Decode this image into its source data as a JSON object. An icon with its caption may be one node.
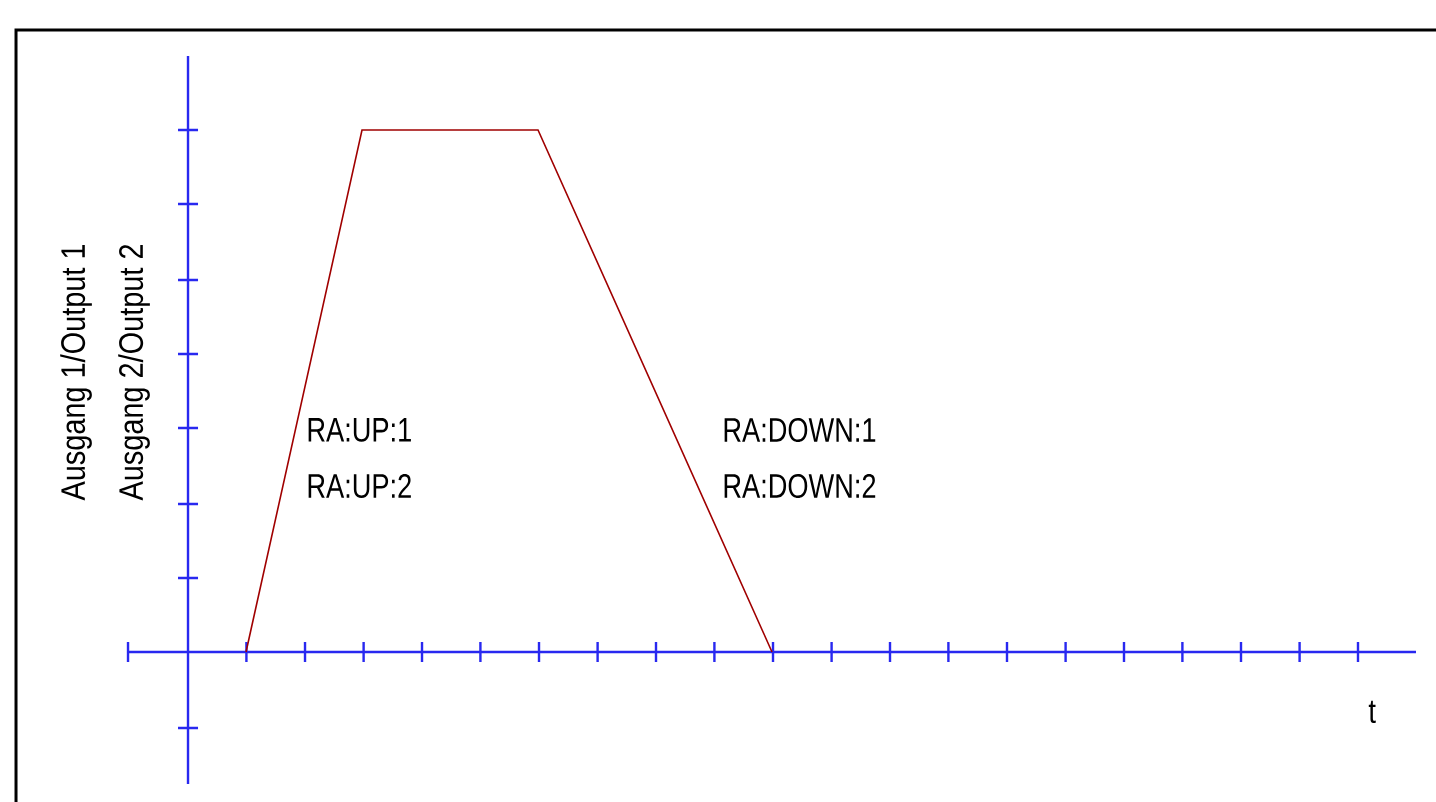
{
  "diagram": {
    "labels": [
      "Ausgang 1/Output 1",
      "Ausgang 2/Output 2",
      "RA:UP:1",
      "RA:UP:2",
      "RA:DOWN:1",
      "RA:DOWN:2",
      "t"
    ]
  }
}
